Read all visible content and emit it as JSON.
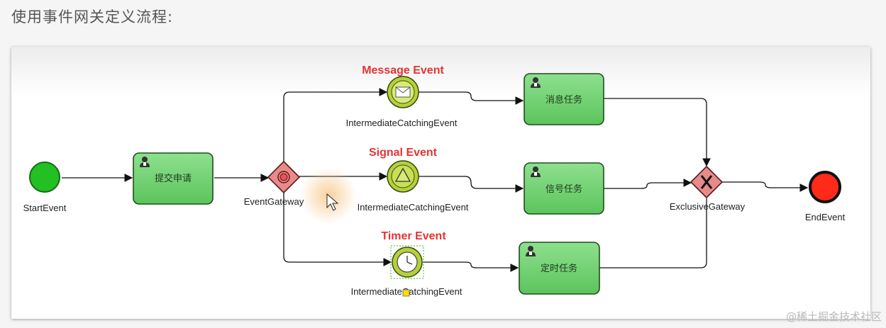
{
  "page": {
    "title": "使用事件网关定义流程:",
    "watermark": "@稀土掘金技术社区"
  },
  "diagram": {
    "start_event": {
      "label": "StartEvent",
      "icon": "start-event-circle"
    },
    "submit_task": {
      "label": "提交申请",
      "icon": "user-task-icon"
    },
    "event_gateway": {
      "label": "EventGateway",
      "icon": "event-gateway-diamond"
    },
    "message_event": {
      "title": "Message Event",
      "label": "IntermediateCatchingEvent",
      "icon": "envelope-icon"
    },
    "signal_event": {
      "title": "Signal Event",
      "label": "IntermediateCatchingEvent",
      "icon": "triangle-icon"
    },
    "timer_event": {
      "title": "Timer Event",
      "label": "IntermediateCatchingEvent",
      "icon": "clock-icon"
    },
    "message_task": {
      "label": "消息任务",
      "icon": "user-task-icon"
    },
    "signal_task": {
      "label": "信号任务",
      "icon": "user-task-icon"
    },
    "timer_task": {
      "label": "定时任务",
      "icon": "user-task-icon"
    },
    "exclusive_gateway": {
      "label": "ExclusiveGateway",
      "icon": "exclusive-gateway-x"
    },
    "end_event": {
      "label": "EndEvent",
      "icon": "end-event-circle"
    }
  },
  "colors": {
    "task_fill": "#6fcf6f",
    "start_fill": "#22c022",
    "end_fill": "#ff2a1a",
    "gateway_fill": "#e88a8a",
    "event_ring": "#b5d13a",
    "event_title": "#e33434",
    "sequence_flow": "#111111"
  }
}
